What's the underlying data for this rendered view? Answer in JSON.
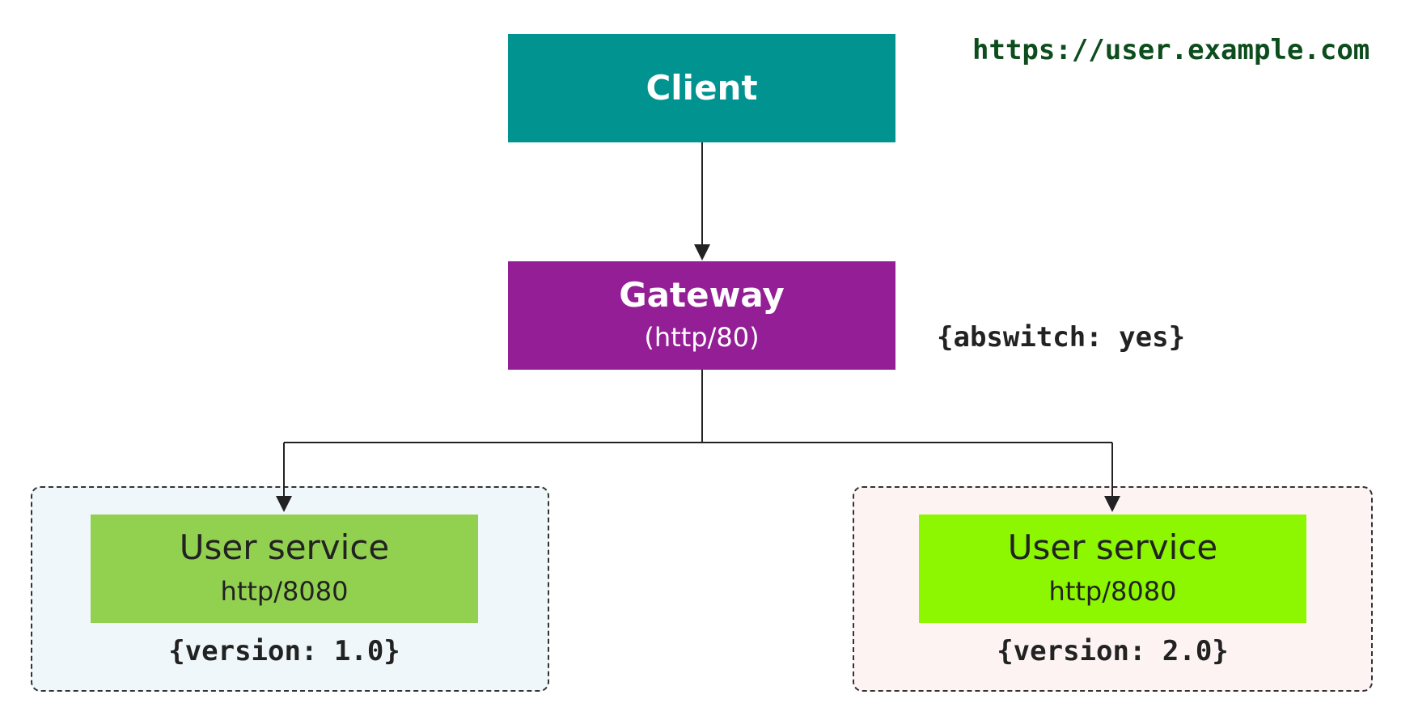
{
  "url_label": "https://user.example.com",
  "annotation": "{abswitch: yes}",
  "client": {
    "title": "Client"
  },
  "gateway": {
    "title": "Gateway",
    "subtitle": "(http/80)"
  },
  "services": [
    {
      "title": "User service",
      "subtitle": "http/8080",
      "tag": "{version: 1.0}"
    },
    {
      "title": "User service",
      "subtitle": "http/8080",
      "tag": "{version: 2.0}"
    }
  ],
  "colors": {
    "client": "#009390",
    "gateway": "#941e95",
    "service_v1": "#92d050",
    "service_v2": "#8cf700",
    "group_v1_bg": "#eff7fa",
    "group_v2_bg": "#fdf3f3",
    "url_text": "#0d4d1d",
    "line": "#222222"
  }
}
